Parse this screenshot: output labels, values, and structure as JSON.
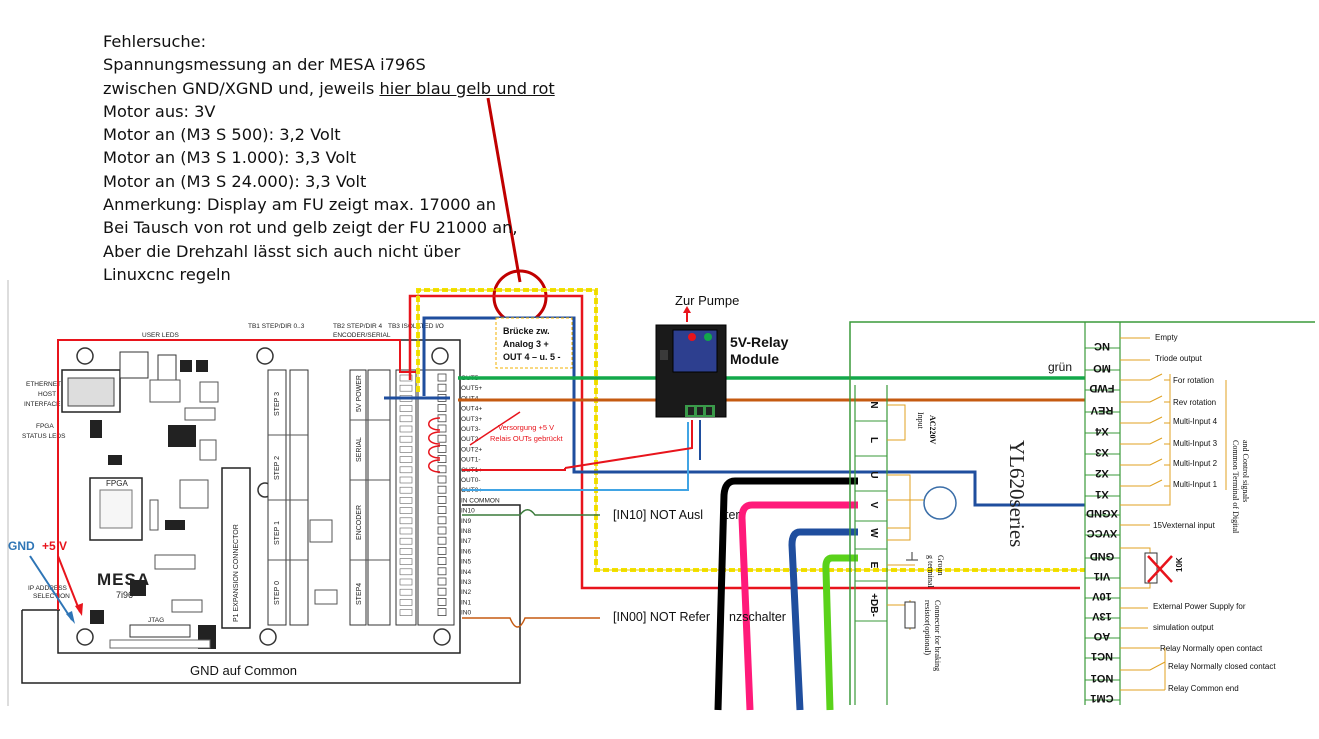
{
  "notes": {
    "lines": [
      "Fehlersuche:",
      "Spannungsmessung an der MESA i796S",
      "Motor aus: 3V",
      "Motor an (M3 S 500):   3,2 Volt",
      "Motor an (M3 S 1.000):   3,3 Volt",
      "Motor an (M3 S 24.000): 3,3 Volt",
      "Anmerkung: Display am FU zeigt max. 17000 an",
      "Bei Tausch von rot und gelb zeigt der FU 21000 an,",
      "Aber die Drehzahl lässt sich auch nicht über",
      "Linuxcnc regeln"
    ],
    "line3_prefix": "zwischen GND/XGND und, jeweils ",
    "line3_underlined": "hier blau gelb und rot"
  },
  "labels": {
    "gnd": "GND",
    "plus5v": "+5 V",
    "gnd_common": "GND auf Common",
    "zur_pumpe": "Zur Pumpe",
    "relay_title_1": "5V-Relay",
    "relay_title_2": "Module",
    "gruen": "grün",
    "in10": "[IN10] NOT Ausl",
    "in10_tail": "ter",
    "in00": "[IN00] NOT Refer",
    "in00_tail": "nzschalter",
    "bruecke_1": "Brücke zw.",
    "bruecke_2": "Analog 3 +",
    "bruecke_3": "OUT 4 – u. 5 -",
    "versorgung_1": "Versorgung +5 V",
    "versorgung_2": "Relais OUTs gebrückt",
    "yl_series": "YL620series"
  },
  "mesa_board": {
    "model": "MESA",
    "model_num": "7i96",
    "header_labels": [
      "USER LEDS",
      "TB1 STEP/DIR 0..3",
      "TB2 STEP/DIR 4",
      "ENCODER/SERIAL",
      "TB3 ISOLATED I/O"
    ],
    "left_labels": [
      "ETHERNET",
      "HOST",
      "INTERFACE",
      "FPGA",
      "STATUS LEDS"
    ],
    "ip_labels": [
      "IP ADDRESS",
      "SELECTION"
    ],
    "jtag": "JTAG",
    "fpga": "FPGA",
    "p1": "P1 EXPANSION CONNECTOR",
    "steps": [
      "STEP 3",
      "STEP 2",
      "STEP 1",
      "STEP 0"
    ],
    "tb2_labels": [
      "5V POWER",
      "SERIAL",
      "ENCODER",
      "STEP4"
    ],
    "io_pins": [
      "OUT5-",
      "OUT5+",
      "OUT4-",
      "OUT4+",
      "OUT3+",
      "OUT3-",
      "OUT2-",
      "OUT2+",
      "OUT1-",
      "OUT1+",
      "OUT0-",
      "OUT0+",
      "IN COMMON",
      "IN10",
      "IN9",
      "IN8",
      "IN7",
      "IN6",
      "IN5",
      "IN4",
      "IN3",
      "IN2",
      "IN1",
      "IN0"
    ]
  },
  "vfd": {
    "terminals_right": [
      "NC",
      "MO",
      "FWD",
      "REV",
      "X4",
      "X3",
      "X2",
      "X1",
      "XGND",
      "XVCC",
      "GND",
      "VI1",
      "10V",
      "13V",
      "AO",
      "NC1",
      "NO1",
      "CM1"
    ],
    "terminals_left": [
      "N",
      "L",
      "U",
      "V",
      "W",
      "E",
      "+DB-"
    ],
    "descriptions": [
      "Empty",
      "Triode output",
      "For rotation",
      "Rev rotation",
      "Multi-Input 4",
      "Multi-Input 3",
      "Multi-Input 2",
      "Multi-Input 1",
      "15Vexternal input",
      "External Power Supply for",
      "simulation output",
      "Relay Normally open contact",
      "Relay Normally closed contact",
      "Relay Common end"
    ],
    "common_terminal": "Common Terminal   of  Digital",
    "control_signals": "and Control signals",
    "input_label": "Input",
    "ac_label": "AC220V",
    "ground_label_1": "Groun",
    "ground_label_2": "g terminal",
    "braking_1": "Connector for braking",
    "braking_2": "resistor(optional)",
    "pot": "10K"
  },
  "colors": {
    "red": "#e8141c",
    "dark_red": "#c00000",
    "yellow": "#f5e400",
    "blue": "#1f4e9e",
    "light_blue": "#41a4e4",
    "green": "#12a84a",
    "brown": "#c55a11",
    "pink": "#ff1a7a",
    "lime": "#5ad21a",
    "dark_green": "#3a7a3a",
    "orange": "#e0a020",
    "label_blue": "#2e75b6"
  }
}
